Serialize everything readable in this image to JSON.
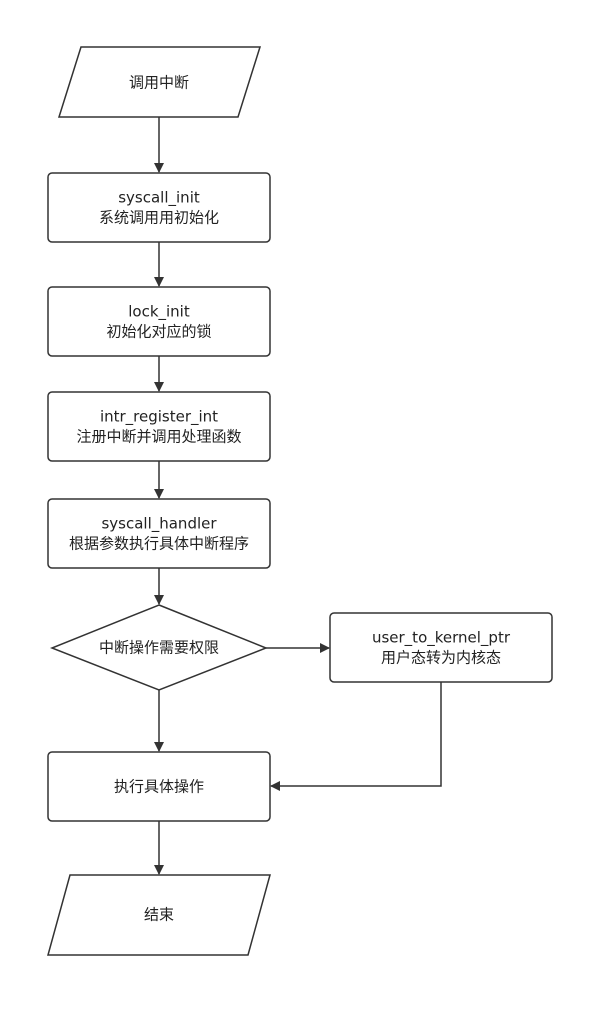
{
  "nodes": {
    "start": {
      "text": "调用中断"
    },
    "syscall_init": {
      "line1": "syscall_init",
      "line2": "系统调用用初始化"
    },
    "lock_init": {
      "line1": "lock_init",
      "line2": "初始化对应的锁"
    },
    "intr_register": {
      "line1": "intr_register_int",
      "line2": "注册中断并调用处理函数"
    },
    "syscall_handler": {
      "line1": "syscall_handler",
      "line2": "根据参数执行具体中断程序"
    },
    "decision": {
      "text": "中断操作需要权限"
    },
    "user_to_kernel": {
      "line1": "user_to_kernel_ptr",
      "line2": "用户态转为内核态"
    },
    "execute": {
      "text": "执行具体操作"
    },
    "end": {
      "text": "结束"
    }
  },
  "colors": {
    "stroke": "#333333",
    "text": "#222222",
    "background": "#ffffff"
  }
}
